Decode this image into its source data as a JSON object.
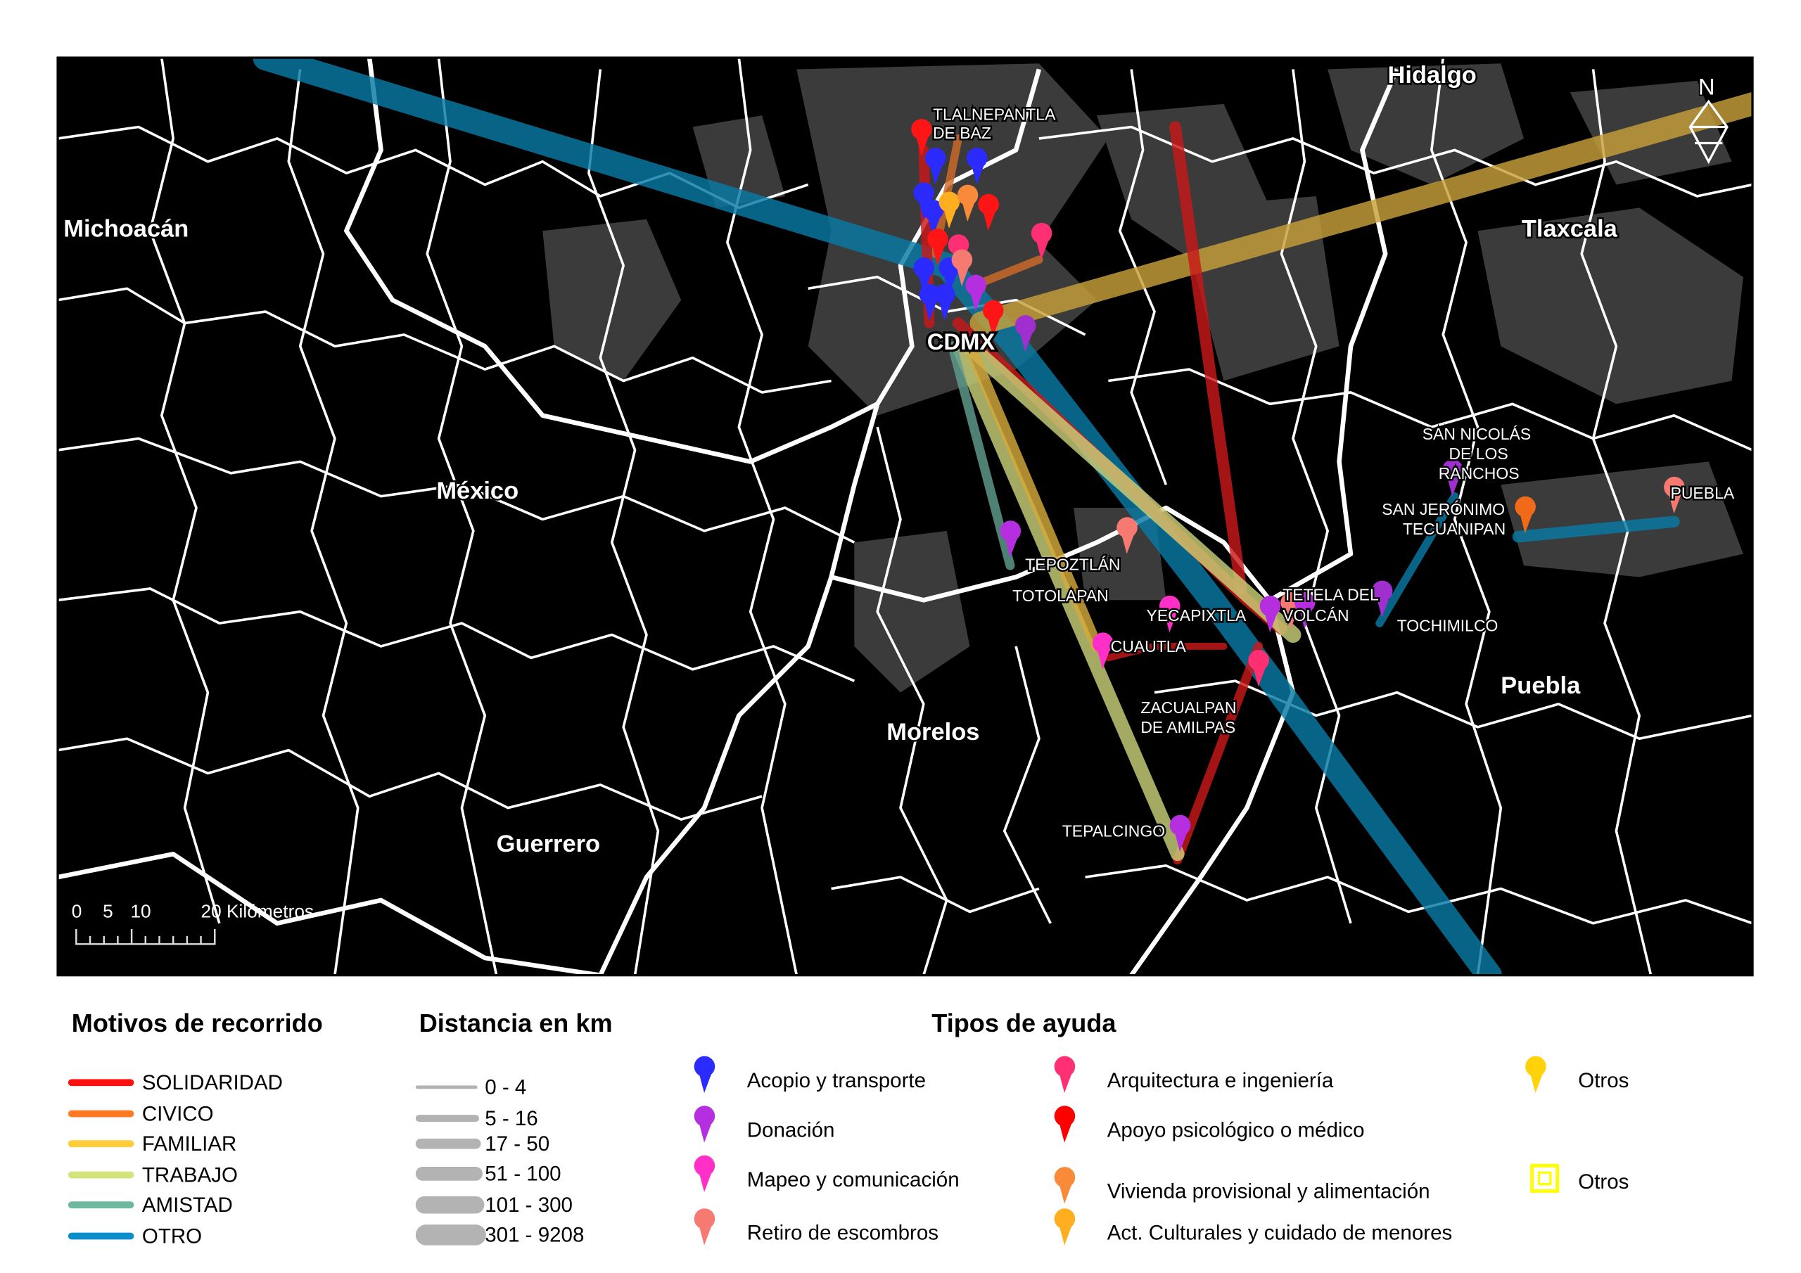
{
  "map": {
    "regions": {
      "michoacan": "Michoacán",
      "mexico": "México",
      "hidalgo": "Hidalgo",
      "tlaxcala": "Tlaxcala",
      "morelos": "Morelos",
      "guerrero": "Guerrero",
      "puebla": "Puebla"
    },
    "places": {
      "tlalnepantla_1": "TLALNEPANTLA",
      "tlalnepantla_2": "DE BAZ",
      "cdmx": "CDMX",
      "tepoztlan": "TEPOZTLÁN",
      "totolapan": "TOTOLAPAN",
      "yecapixtla": "YECAPIXTLA",
      "tetela_1": "TETELA DEL",
      "tetela_2": "VOLCÁN",
      "cuautla": "CUAUTLA",
      "tochimilco": "TOCHIMILCO",
      "zacualpan_1": "ZACUALPAN",
      "zacualpan_2": "DE AMILPAS",
      "tepalcingo": "TEPALCINGO",
      "san_nicolas_1": "SAN NICOLÁS",
      "san_nicolas_2": "DE LOS",
      "san_nicolas_3": "RANCHOS",
      "san_jeronimo_1": "SAN JERÓNIMO",
      "san_jeronimo_2": "TECUANIPAN",
      "puebla_city": "PUEBLA"
    },
    "scale_bar": {
      "ticks": [
        "0",
        "5",
        "10",
        "20 Kilómetros"
      ]
    },
    "north_label": "N"
  },
  "legend": {
    "motivos": {
      "title": "Motivos de recorrido",
      "items": [
        {
          "label": "SOLIDARIDAD",
          "color": "#ff1010"
        },
        {
          "label": "CIVICO",
          "color": "#ff7a22"
        },
        {
          "label": "FAMILIAR",
          "color": "#ffcc3a"
        },
        {
          "label": "TRABAJO",
          "color": "#d4e37a"
        },
        {
          "label": "AMISTAD",
          "color": "#6fb8a0"
        },
        {
          "label": "OTRO",
          "color": "#0a8fcc"
        }
      ]
    },
    "distancia": {
      "title": "Distancia en km",
      "items": [
        {
          "label": "0 - 4"
        },
        {
          "label": "5 - 16"
        },
        {
          "label": "17 - 50"
        },
        {
          "label": "51 - 100"
        },
        {
          "label": "101 - 300"
        },
        {
          "label": "301 - 9208"
        }
      ]
    },
    "ayuda": {
      "title": "Tipos de ayuda",
      "items": [
        {
          "label": "Acopio y transporte",
          "color": "#2b2bff"
        },
        {
          "label": "Donación",
          "color": "#b52fe0"
        },
        {
          "label": "Mapeo y comunicación",
          "color": "#ff2fc8"
        },
        {
          "label": "Retiro de escombros",
          "color": "#f77a72"
        },
        {
          "label": "Arquitectura e ingeniería",
          "color": "#ff2f73"
        },
        {
          "label": "Apoyo psicológico o médico",
          "color": "#ff0000"
        },
        {
          "label": "Vivienda provisional y alimentación",
          "color": "#f98a3a"
        },
        {
          "label": "Act. Culturales y cuidado de menores",
          "color": "#ffae1f"
        },
        {
          "label": "Otros",
          "color": "#ffd20a"
        },
        {
          "label": "Otros",
          "color": "#ffff00"
        }
      ]
    }
  }
}
